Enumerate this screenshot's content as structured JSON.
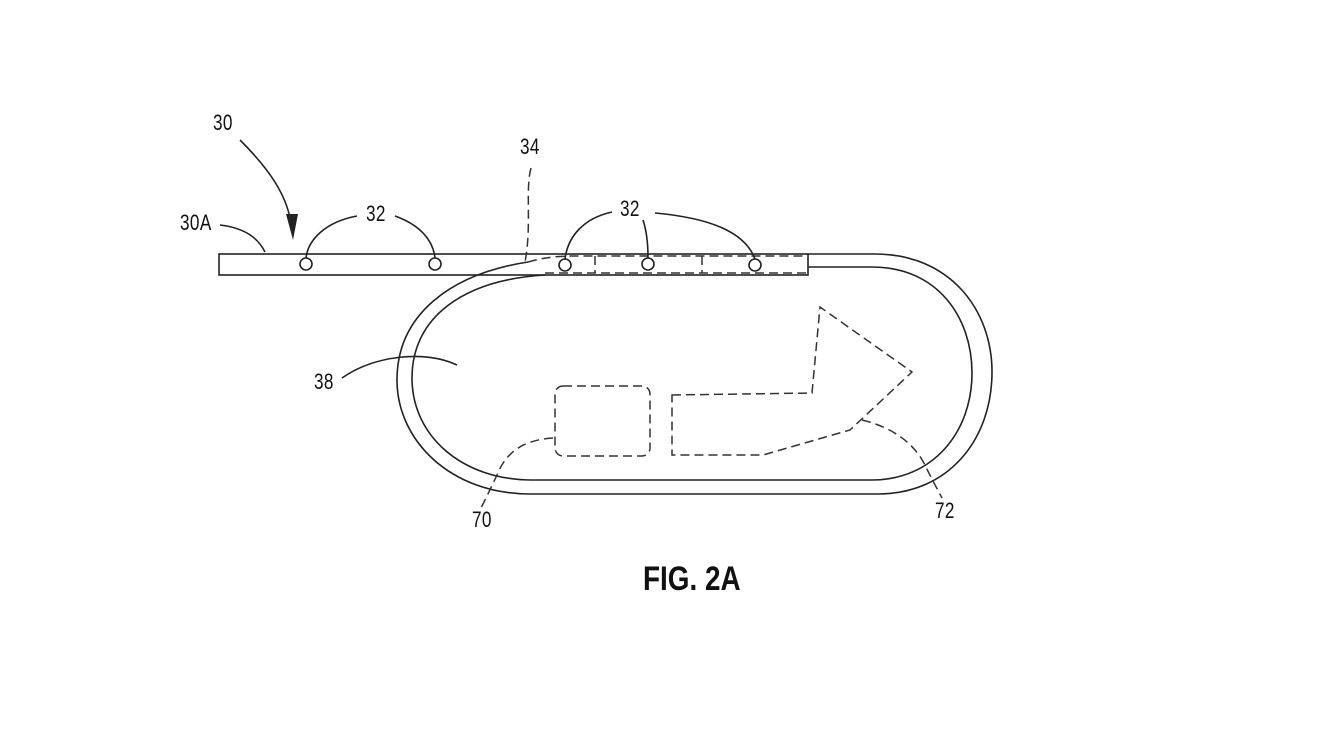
{
  "figure": {
    "caption": "FIG. 2A",
    "labels": {
      "device": "30",
      "device_end": "30A",
      "holes_left": "32",
      "holes_right": "32",
      "fold_line": "34",
      "loop": "38",
      "square_component": "70",
      "arrow_component": "72"
    }
  }
}
